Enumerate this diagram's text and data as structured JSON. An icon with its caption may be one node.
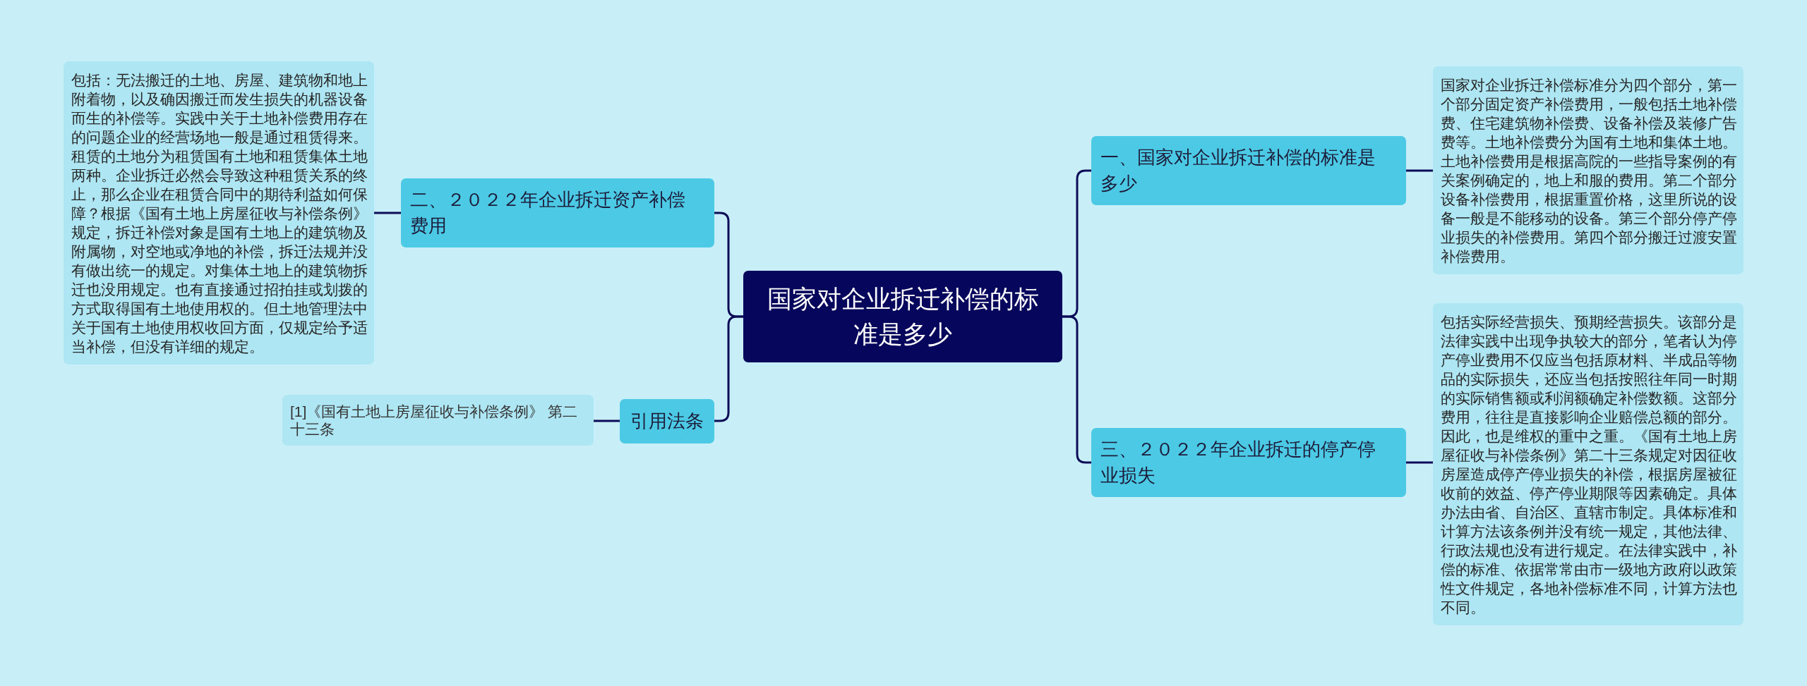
{
  "diagram": {
    "nodes": [
      {
        "text": [
          "国家对企业拆迁补偿的标准是多少"
        ]
      },
      {
        "text": [
          "一、国家对企业拆迁补偿的标准是多少"
        ]
      },
      {
        "text": [
          "国家对企业拆迁补偿标准分为四个部分，第一个部分固定资产补偿费用，一般包括土地补偿费、住宅建筑物补偿费、设备补偿及装修广告费等。土地补偿费分为国有土地和集体土地。土地补偿费用是根据高院的一些指导案例的有关案例确定的，地上和服的费用。第二个部分设备补偿费用，根据重置价格，这里所说的设备一般是不能移动的设备。第三个部分停产停业损失的补偿费用。第四个部分搬迁过渡安置补偿费用。"
        ]
      },
      {
        "text": [
          "二、２０２２年企业拆迁资产补偿费用"
        ]
      },
      {
        "text": [
          "包括：无法搬迁的土地、房屋、建筑物和地上附着物，以及确因搬迁而发生损失的机器设备而生的补偿等。实践中关于土地补偿费用存在的问题企业的经营场地一般是通过租赁得来。租赁的土地分为租赁国有土地和租赁集体土地两种。企业拆迁必然会导致这种租赁关系的终止，那么企业在租赁合同中的期待利益如何保障？根据《国有土地上房屋征收与补偿条例》规定，拆迁补偿对象是国有土地上的建筑物及附属物，对空地或净地的补偿，拆迁法规并没有做出统一的规定。对集体土地上的建筑物拆迁也没用规定。也有直接通过招拍挂或划拨的方式取得国有土地使用权的。但土地管理法中关于国有土地使用权收回方面，仅规定给予适当补偿，但没有详细的规定。"
        ]
      },
      {
        "text": [
          "三、２０２２年企业拆迁的停产停业损失"
        ]
      },
      {
        "text": [
          "包括实际经营损失、预期经营损失。该部分是法律实践中出现争执较大的部分，笔者认为停产停业费用不仅应当包括原材料、半成品等物品的实际损失，还应当包括按照往年同一时期的实际销售额或利润额确定补偿数额。这部分费用，往往是直接影响企业赔偿总额的部分。因此，也是维权的重中之重。《国有土地上房屋征收与补偿条例》第二十三条规定对因征收房屋造成停产停业损失的补偿，根据房屋被征收前的效益、停产停业期限等因素确定。具体办法由省、自治区、直辖市制定。具体标准和计算方法该条例并没有统一规定，其他法律、行政法规也没有进行规定。在法律实践中，补偿的标准、依据常常由市一级地方政府以政策性文件规定，各地补偿标准不同，计算方法也不同。"
        ]
      },
      {
        "text": [
          "引用法条"
        ]
      },
      {
        "text": [
          "[1]《国有土地上房屋征收与补偿条例》 第二十三条"
        ]
      }
    ],
    "edges": [
      {
        "from": 0,
        "to": 1,
        "arrow": "none"
      },
      {
        "from": 1,
        "to": 2,
        "arrow": "none"
      },
      {
        "from": 0,
        "to": 3,
        "arrow": "none"
      },
      {
        "from": 3,
        "to": 4,
        "arrow": "none"
      },
      {
        "from": 0,
        "to": 5,
        "arrow": "none"
      },
      {
        "from": 5,
        "to": 6,
        "arrow": "none"
      },
      {
        "from": 0,
        "to": 7,
        "arrow": "none"
      },
      {
        "from": 7,
        "to": 8,
        "arrow": "none"
      }
    ]
  }
}
